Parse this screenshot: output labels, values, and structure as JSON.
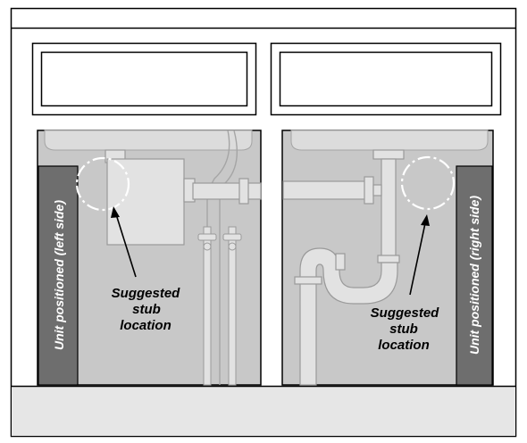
{
  "left_panel": {
    "unit_label": "Unit positioned (left side)",
    "callout_line1": "Suggested",
    "callout_line2": "stub",
    "callout_line3": "location"
  },
  "right_panel": {
    "unit_label": "Unit positioned (right side)",
    "callout_line1": "Suggested",
    "callout_line2": "stub",
    "callout_line3": "location"
  },
  "colors": {
    "cabinet_interior": "#c8c8c8",
    "sink_bowl": "#dcdcdc",
    "pipe_fill": "#e2e2e2",
    "pipe_stroke": "#9a9a9a",
    "unit_bar": "#6e6e6e",
    "countertop_band": "#e6e6e6",
    "outline": "#000000"
  }
}
